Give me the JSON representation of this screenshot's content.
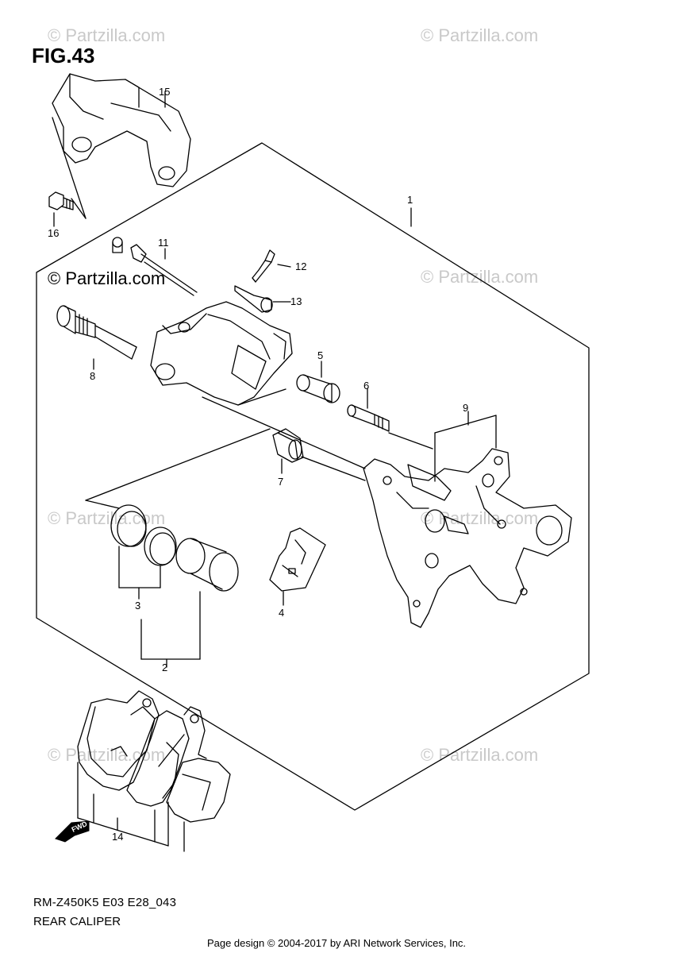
{
  "figure": {
    "title": "FIG.43",
    "model_code": "RM-Z450K5 E03 E28_043",
    "name": "REAR CALIPER"
  },
  "credit": "Page design © 2004-2017 by ARI Network Services, Inc.",
  "watermark": {
    "text": "© Partzilla.com",
    "dark_text": "© Partzilla.com",
    "color": "#c9c9c9"
  },
  "direction_arrow": "FWD",
  "callouts": [
    "1",
    "2",
    "3",
    "4",
    "5",
    "6",
    "7",
    "8",
    "9",
    "11",
    "12",
    "13",
    "14",
    "15",
    "16"
  ]
}
